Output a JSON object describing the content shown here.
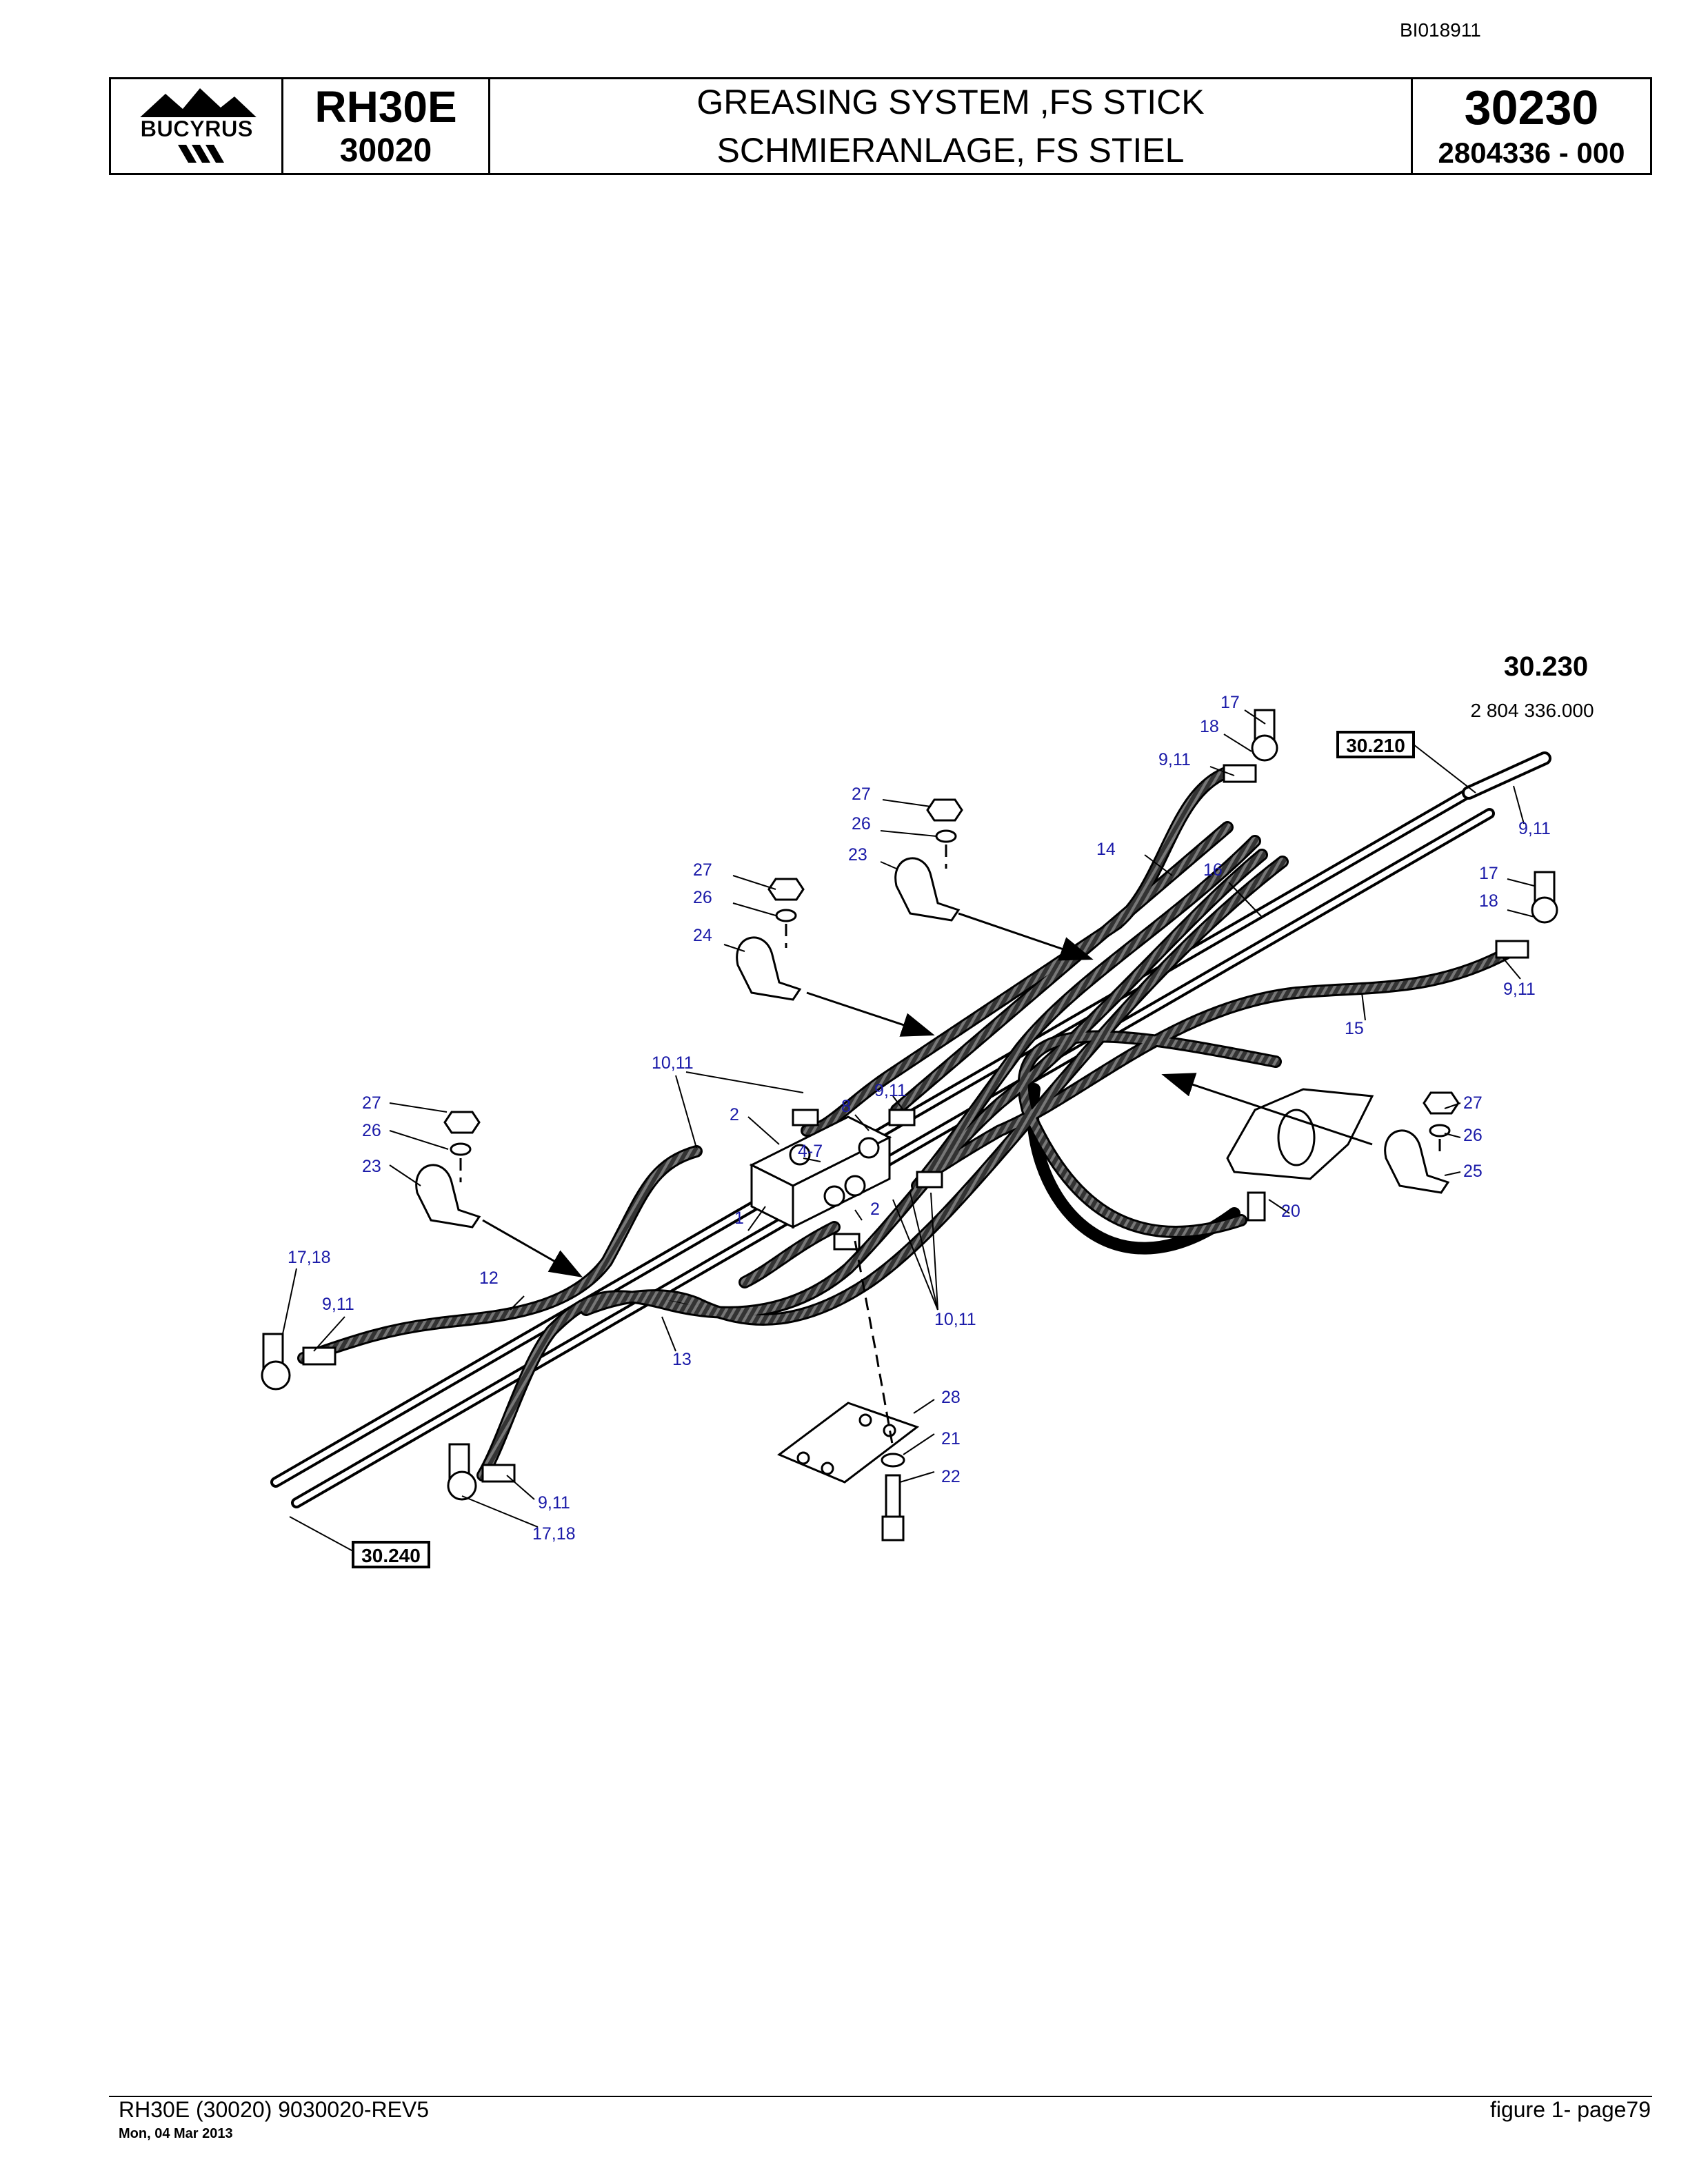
{
  "document_id": "BI018911",
  "header": {
    "brand": "BUCYRUS",
    "model": "RH30E",
    "model_code": "30020",
    "title_en": "GREASING SYSTEM ,FS STICK",
    "title_de": "SCHMIERANLAGE, FS STIEL",
    "group_number": "30230",
    "part_number": "2804336 - 000"
  },
  "figure": {
    "title": "30.230",
    "subtitle": "2 804 336.000",
    "reference_boxes": [
      "30.210",
      "30.240"
    ],
    "callouts": {
      "c17a": "17",
      "c18a": "18",
      "c9_11a": "9,11",
      "c9_11b": "9,11",
      "c27a": "27",
      "c26a": "26",
      "c23a": "23",
      "c14": "14",
      "c16": "16",
      "c17b": "17",
      "c18b": "18",
      "c27b": "27",
      "c26b": "26",
      "c24": "24",
      "c9_11c": "9,11",
      "c15": "15",
      "c10_11a": "10,11",
      "c9_11d": "9,11",
      "c27c": "27",
      "c8": "8",
      "c2a": "2",
      "c27d": "27",
      "c26c": "26",
      "c4_7": "4-7",
      "c26d": "26",
      "c23b": "23",
      "c25": "25",
      "c2b": "2",
      "c1": "1",
      "c20": "20",
      "c17_18a": "17,18",
      "c12": "12",
      "c9_11e": "9,11",
      "c10_11b": "10,11",
      "c13": "13",
      "c28": "28",
      "c21": "21",
      "c22": "22",
      "c9_11f": "9,11",
      "c17_18b": "17,18"
    }
  },
  "footer": {
    "left": "RH30E (30020) 9030020-REV5",
    "date": "Mon, 04 Mar 2013",
    "right": "figure 1- page79"
  }
}
